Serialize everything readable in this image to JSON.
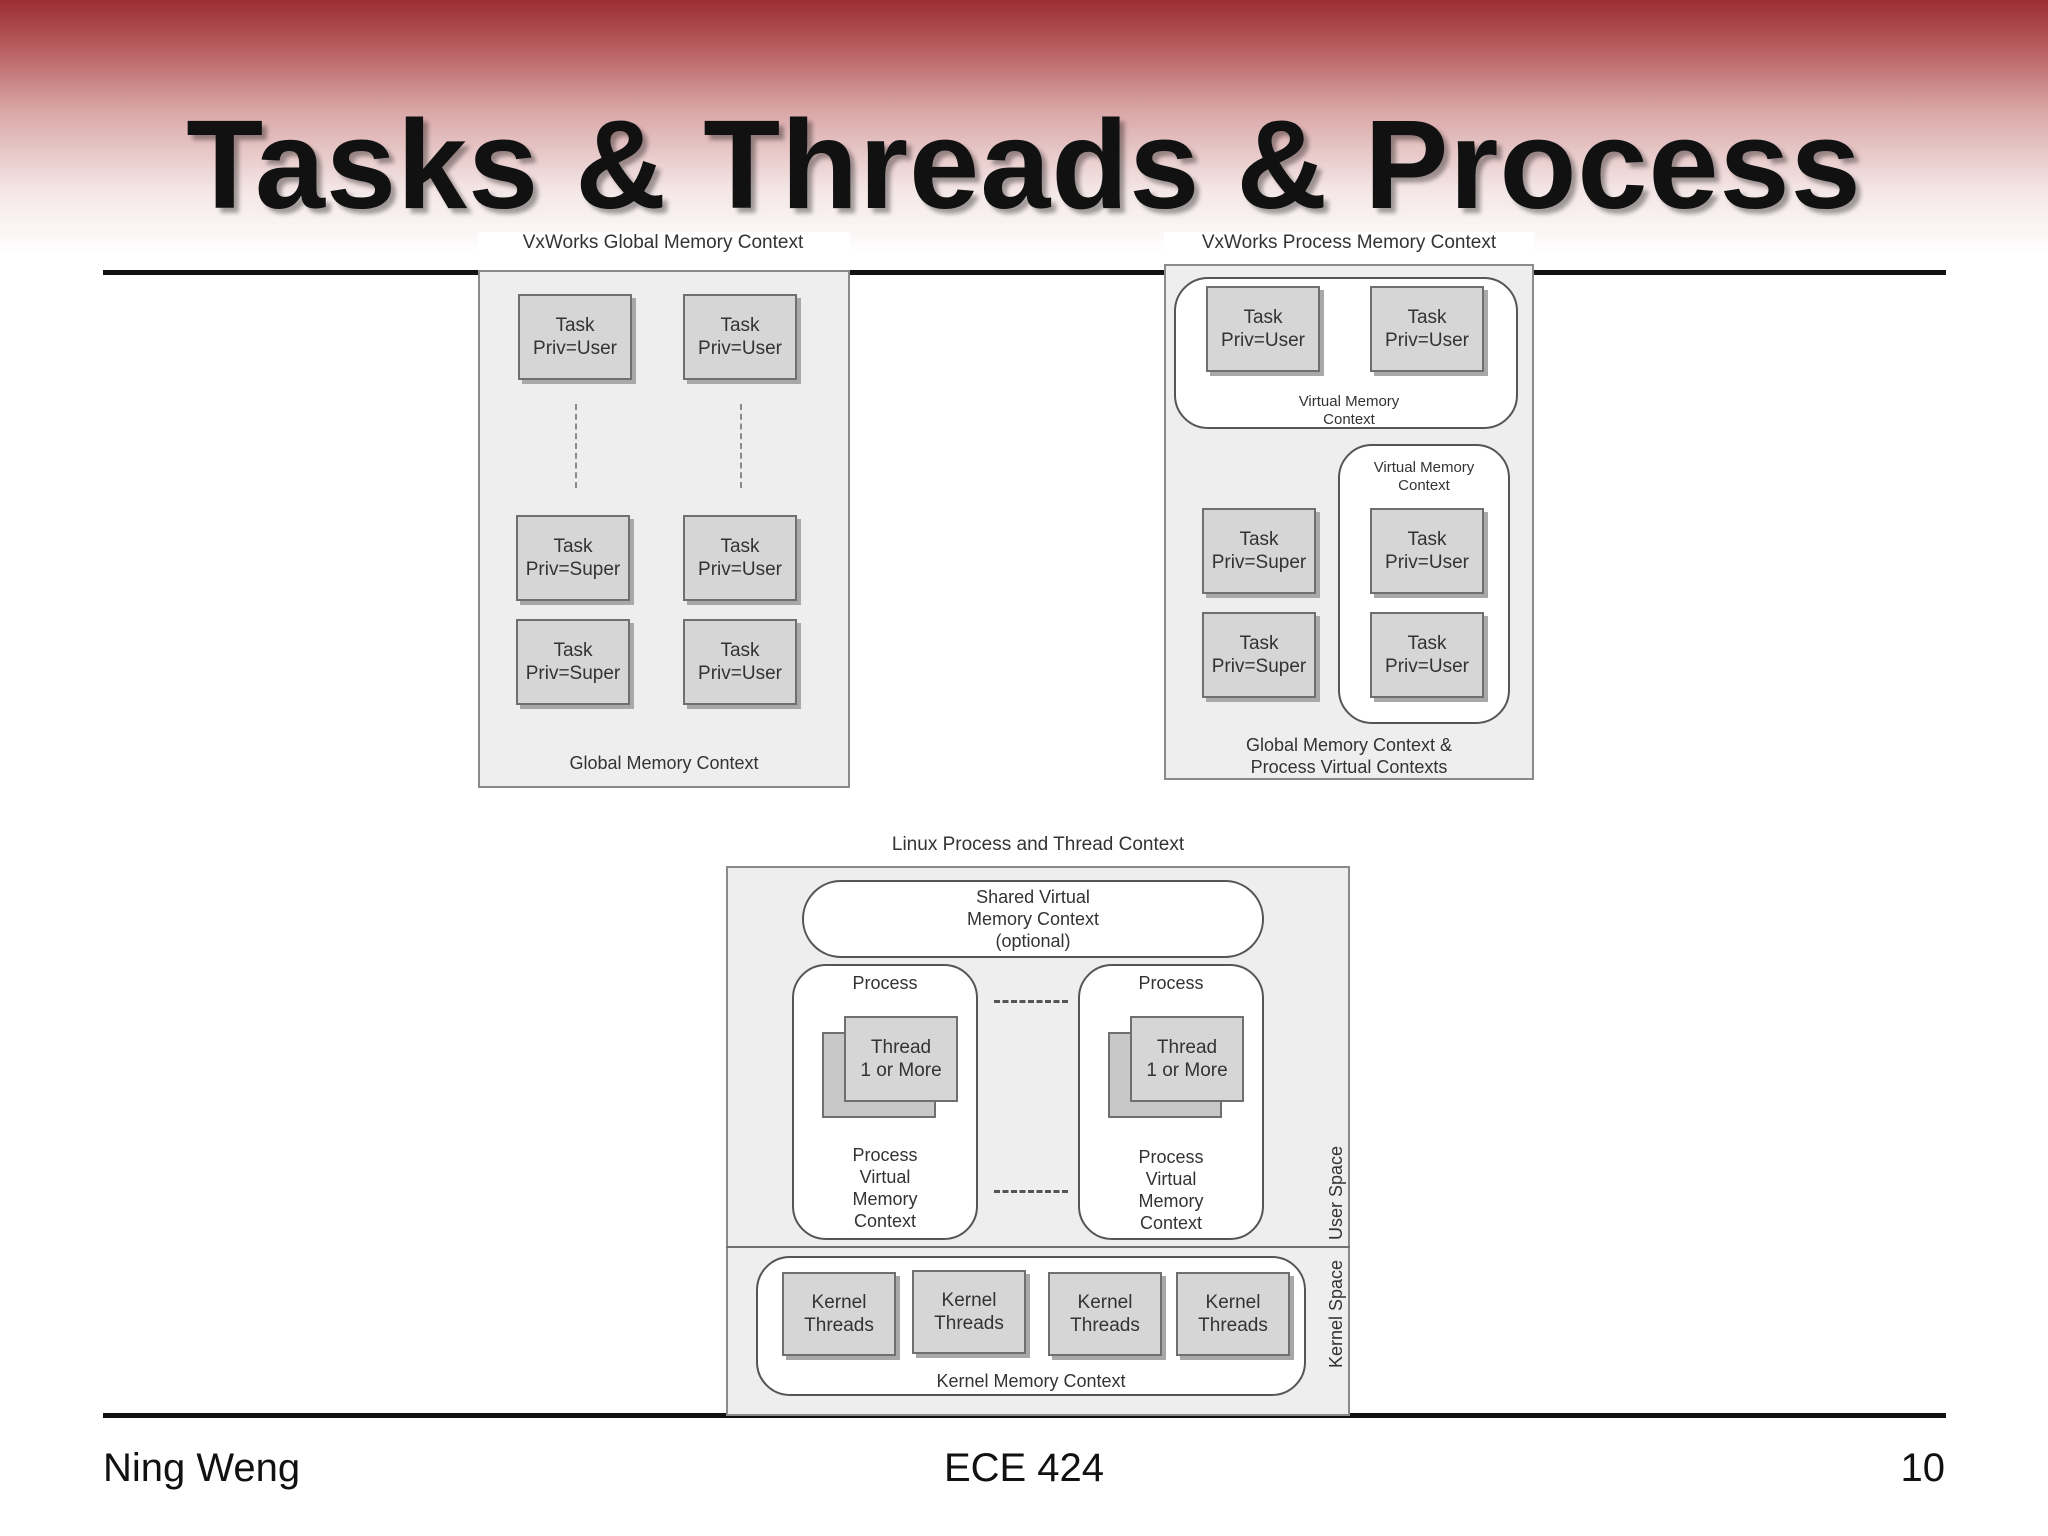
{
  "slide": {
    "title": "Tasks & Threads & Process",
    "footer_left": "Ning Weng",
    "footer_center": "ECE 424",
    "footer_right": "10"
  },
  "colors": {
    "header_top": "#9b2e33",
    "rule": "#111111",
    "box_fill": "#d6d6d6",
    "frame_fill": "#eeeeee"
  },
  "diagram_a": {
    "caption": "VxWorks Global Memory Context",
    "tasks": [
      {
        "line1": "Task",
        "line2": "Priv=User"
      },
      {
        "line1": "Task",
        "line2": "Priv=User"
      },
      {
        "line1": "Task",
        "line2": "Priv=Super"
      },
      {
        "line1": "Task",
        "line2": "Priv=User"
      },
      {
        "line1": "Task",
        "line2": "Priv=Super"
      },
      {
        "line1": "Task",
        "line2": "Priv=User"
      }
    ],
    "footer": "Global Memory Context"
  },
  "diagram_b": {
    "caption": "VxWorks Process Memory Context",
    "tasks": [
      {
        "line1": "Task",
        "line2": "Priv=User"
      },
      {
        "line1": "Task",
        "line2": "Priv=User"
      },
      {
        "line1": "Task",
        "line2": "Priv=Super"
      },
      {
        "line1": "Task",
        "line2": "Priv=User"
      },
      {
        "line1": "Task",
        "line2": "Priv=Super"
      },
      {
        "line1": "Task",
        "line2": "Priv=User"
      }
    ],
    "vmc_top_1": "Virtual Memory",
    "vmc_top_2": "Context",
    "vmc_right_1": "Virtual Memory",
    "vmc_right_2": "Context",
    "footer_1": "Global Memory Context &",
    "footer_2": "Process Virtual Contexts"
  },
  "diagram_c": {
    "caption": "Linux Process and Thread Context",
    "shared_1": "Shared Virtual",
    "shared_2": "Memory Context",
    "shared_3": "(optional)",
    "process_left": {
      "title": "Process",
      "thread_1": "Thread",
      "thread_2": "1 or More",
      "pvm_1": "Process",
      "pvm_2": "Virtual",
      "pvm_3": "Memory",
      "pvm_4": "Context"
    },
    "process_right": {
      "title": "Process",
      "thread_1": "Thread",
      "thread_2": "1 or More",
      "pvm_1": "Process",
      "pvm_2": "Virtual",
      "pvm_3": "Memory",
      "pvm_4": "Context"
    },
    "user_space": "User Space",
    "kernel_space": "Kernel Space",
    "kernel_threads": [
      {
        "line1": "Kernel",
        "line2": "Threads"
      },
      {
        "line1": "Kernel",
        "line2": "Threads"
      },
      {
        "line1": "Kernel",
        "line2": "Threads"
      },
      {
        "line1": "Kernel",
        "line2": "Threads"
      }
    ],
    "kernel_memory": "Kernel Memory Context"
  }
}
